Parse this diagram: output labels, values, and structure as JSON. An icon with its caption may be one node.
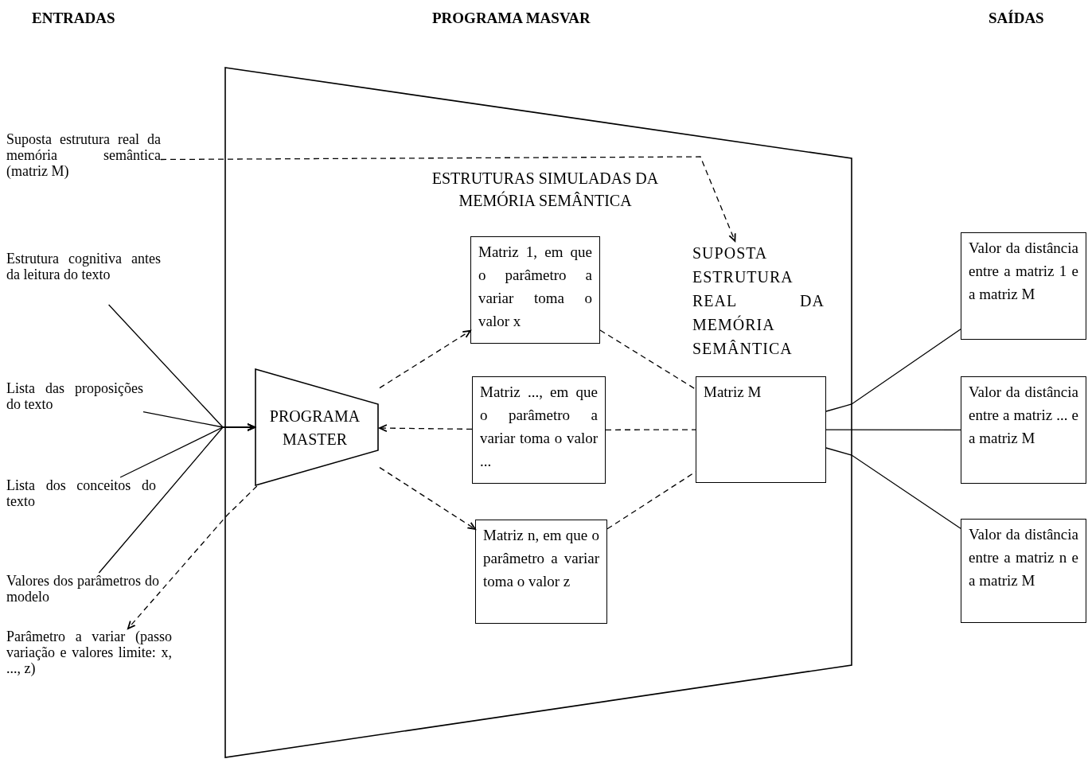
{
  "diagram": {
    "nodes": [
      {
        "text": [
          "PROGRAMA MASVAR"
        ]
      },
      {
        "text": [
          "Suposta estrutura real da memória semântica (matriz M)"
        ]
      },
      {
        "text": [
          "Estrutura cognitiva antes da leitura do texto"
        ]
      },
      {
        "text": [
          "Lista das proposições do texto"
        ]
      },
      {
        "text": [
          "Lista dos conceitos do texto"
        ]
      },
      {
        "text": [
          "Valores dos parâmetros do modelo"
        ]
      },
      {
        "text": [
          "Parâmetro a variar (passo variação e valores limite: x, ..., z)"
        ]
      },
      {
        "text": [
          "PROGRAMA MASTER"
        ],
        "in": 0
      },
      {
        "text": [
          "Matriz 1, em que o parâmetro a variar toma o valor x"
        ],
        "in": 0
      },
      {
        "text": [
          "Matriz ..., em que o parâmetro a variar toma o valor ..."
        ],
        "in": 0
      },
      {
        "text": [
          "Matriz n, em que o parâmetro a variar toma o valor z"
        ],
        "in": 0
      },
      {
        "text": [
          "SUPOSTA ESTRUTURA REAL DA MEMÓRIA SEMÂNTICA"
        ],
        "in": 0
      },
      {
        "text": [
          "Matriz M"
        ],
        "in": 0
      },
      {
        "text": [
          "Valor da distância entre a matriz 1 e a matriz M"
        ]
      },
      {
        "text": [
          "Valor da distância entre a matriz ... e a matriz M"
        ]
      },
      {
        "text": [
          "Valor da distância entre a matriz n e a matriz M"
        ]
      }
    ],
    "edges": [
      {
        "from": 1,
        "to": 11,
        "arrow": "to",
        "style": "dashed"
      },
      {
        "from": 2,
        "to": 7,
        "arrow": "to"
      },
      {
        "from": 3,
        "to": 7,
        "arrow": "to"
      },
      {
        "from": 4,
        "to": 7,
        "arrow": "to"
      },
      {
        "from": 5,
        "to": 7,
        "arrow": "to"
      },
      {
        "from": 7,
        "to": 6,
        "arrow": "to",
        "style": "dashed"
      },
      {
        "from": 7,
        "to": 8,
        "arrow": "to",
        "style": "dashed"
      },
      {
        "from": 9,
        "to": 7,
        "arrow": "to",
        "style": "dashed"
      },
      {
        "from": 7,
        "to": 10,
        "arrow": "to",
        "style": "dashed"
      },
      {
        "from": 8,
        "to": 12,
        "arrow": "none",
        "style": "dashed"
      },
      {
        "from": 9,
        "to": 12,
        "arrow": "none",
        "style": "dashed"
      },
      {
        "from": 10,
        "to": 12,
        "arrow": "none",
        "style": "dashed"
      },
      {
        "from": 12,
        "to": 13,
        "arrow": "none"
      },
      {
        "from": 12,
        "to": 14,
        "arrow": "none"
      },
      {
        "from": 12,
        "to": 15,
        "arrow": "none"
      }
    ],
    "labels": [
      "ENTRADAS",
      "SAÍDAS",
      "ESTRUTURAS SIMULADAS DA MEMÓRIA SEMÂNTICA"
    ]
  }
}
